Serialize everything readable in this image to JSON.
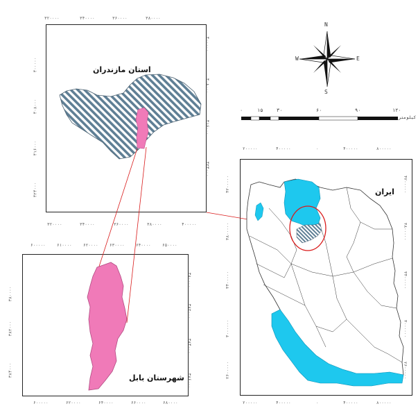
{
  "maps": {
    "province": {
      "title": "استان مازندران",
      "ticks_top": [
        "۳۲۰۰۰۰",
        "۳۴۰۰۰۰",
        "۳۶۰۰۰۰",
        "۳۸۰۰۰۰"
      ],
      "ticks_bottom": [
        "۳۲۰۰۰۰",
        "۳۴۰۰۰۰",
        "۳۶۰۰۰۰",
        "۳۸۰۰۰۰",
        "۴۰۰۰۰۰"
      ],
      "ticks_left": [
        "۴۰۰۰۰۰",
        "۴۰۸۰۰۰",
        "۴۱۶۰۰۰",
        "۴۲۴۰۰۰"
      ],
      "ticks_right": [
        "۴۰۰۰۰۰",
        "۴۰۸۰۰۰",
        "۴۱۶۰۰۰",
        "۴۲۴۰۰۰"
      ]
    },
    "county": {
      "title": "شهرستان بابل",
      "ticks_top": [
        "۶۰۰۰۰۰",
        "۶۱۰۰۰۰",
        "۶۲۰۰۰۰",
        "۶۳۰۰۰۰",
        "۶۴۰۰۰۰",
        "۶۵۰۰۰۰"
      ],
      "ticks_bottom": [
        "۶۰۰۰۰۰",
        "۶۲۰۰۰۰",
        "۶۴۰۰۰۰",
        "۶۶۰۰۰۰",
        "۶۸۰۰۰۰"
      ],
      "ticks_left": [
        "۳۸۰۰۰۰",
        "۳۸۲۰۰۰",
        "۳۸۴۰۰۰"
      ],
      "ticks_right": [
        "۳۸۰۰۰۰",
        "۳۸۲۰۰۰",
        "۳۸۴۰۰۰",
        "۳۸۶۰۰۰"
      ]
    },
    "country": {
      "title": "ایران",
      "ticks_top": [
        "۲۰۰۰۰۰",
        "۴۰۰۰۰۰",
        "۰",
        "۴۰۰۰۰۰",
        "۸۰۰۰۰۰"
      ],
      "ticks_bottom": [
        "۲۰۰۰۰۰",
        "۴۰۰۰۰۰",
        "۰",
        "۴۰۰۰۰۰",
        "۸۰۰۰۰۰"
      ],
      "ticks_left": [
        "۴۲۰۰۰۰۰",
        "۳۸۰۰۰۰۰",
        "۳۴۰۰۰۰۰",
        "۳۰۰۰۰۰۰",
        "۲۶۰۰۰۰۰"
      ],
      "ticks_right": [
        "۴۲۰۰۰۰۰",
        "۳۸۰۰۰۰۰",
        "۳۴۰۰۰۰۰",
        "۳۰۰۰۰۰۰",
        "۲۶۰۰۰۰۰"
      ]
    }
  },
  "compass": {
    "n": "N",
    "s": "S",
    "e": "E",
    "w": "W",
    "icon": "north-arrow-icon"
  },
  "scalebar": {
    "labels": [
      "۰",
      "۱۵",
      "۳۰",
      "۶۰",
      "۹۰",
      "۱۲۰"
    ],
    "unit": "کیلومتر"
  },
  "colors": {
    "caspian": "#1ec8ee",
    "gulf": "#1ec8ee",
    "babol": "#f07ab8",
    "hatch": "#5f7f95",
    "highlight_circle": "#d91a1a",
    "leader_line": "#d91a1a"
  }
}
